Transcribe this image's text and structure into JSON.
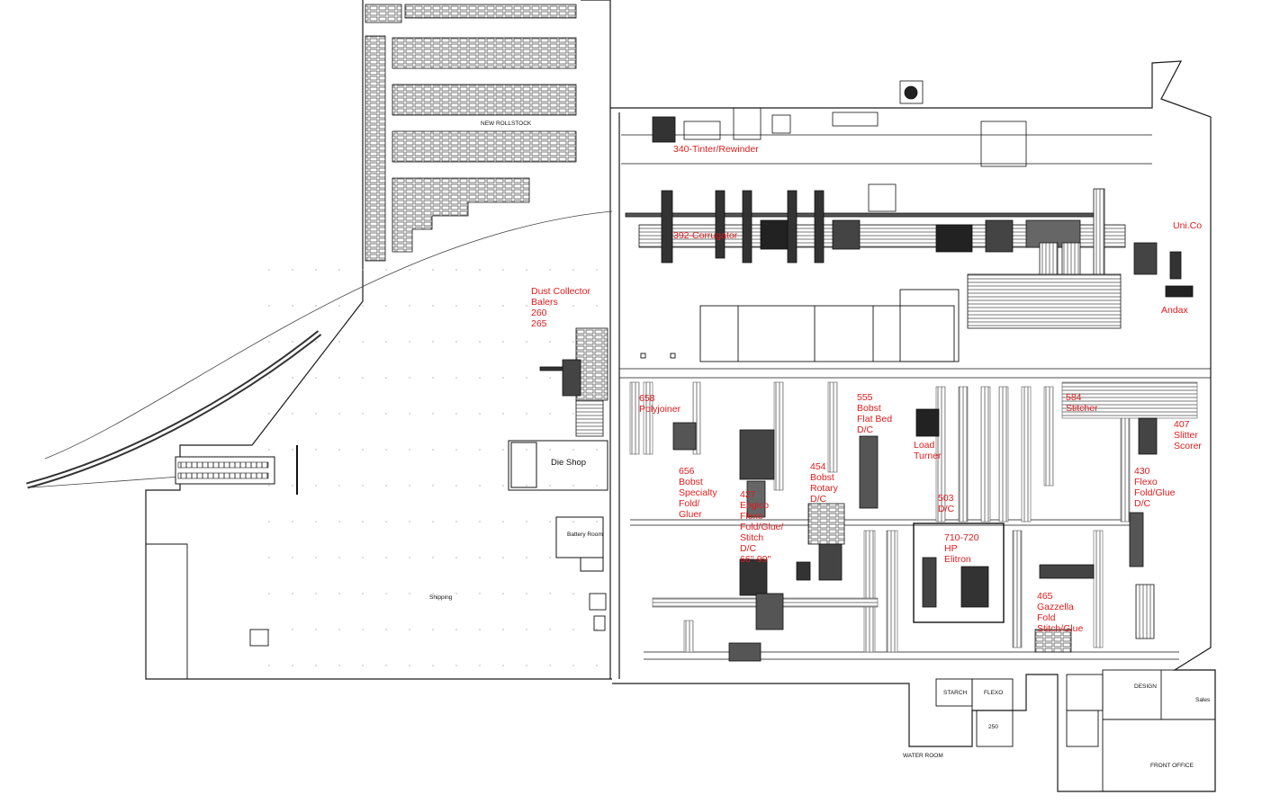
{
  "floor_plan": {
    "machine_labels": {
      "tinter_rewinder": "340-Tinter/Rewinder",
      "corrugator": "392-Corrugator",
      "uni_co": "Uni.Co",
      "andax": "Andax",
      "dust_collector": "Dust Collector\nBalers\n260\n265",
      "polyjoiner": "658\nPolyjoiner",
      "bobst_flat_bed": "555\nBobst\nFlat Bed\nD/C",
      "stitcher": "584\nStitcher",
      "slitter_scorer": "407\nSlitter\nScorer",
      "load_turner": "Load\nTurner",
      "bobst_specialty": "656\nBobst\nSpecialty\nFold/\nGluer",
      "engico_flexo": "427\nEngico\nFlexo\nFold/Glue/\nStitch\nD/C\n66\"-99\"",
      "bobst_rotary": "454\nBobst\nRotary\nD/C",
      "dc_503": "503\nD/C",
      "flexo_fold_glue": "430\nFlexo\nFold/Glue\nD/C",
      "hp_elitron": "710-720\nHP\nElitron",
      "gazzella": "465\nGazzella\nFold\nStitch/Glue"
    },
    "room_labels": {
      "new_rollstock": "NEW ROLLSTOCK",
      "die_shop": "Die Shop",
      "battery_room": "Battery Room",
      "shipping": "Shipping",
      "starch": "STARCH",
      "flexo": "FLEXO",
      "room_250": "250",
      "water_room": "WATER ROOM",
      "design": "DESIGN",
      "sales": "Sales",
      "front_office": "FRONT OFFICE"
    },
    "colors": {
      "machine_label": "#e01b1b",
      "linework": "#1a1a1a"
    }
  }
}
